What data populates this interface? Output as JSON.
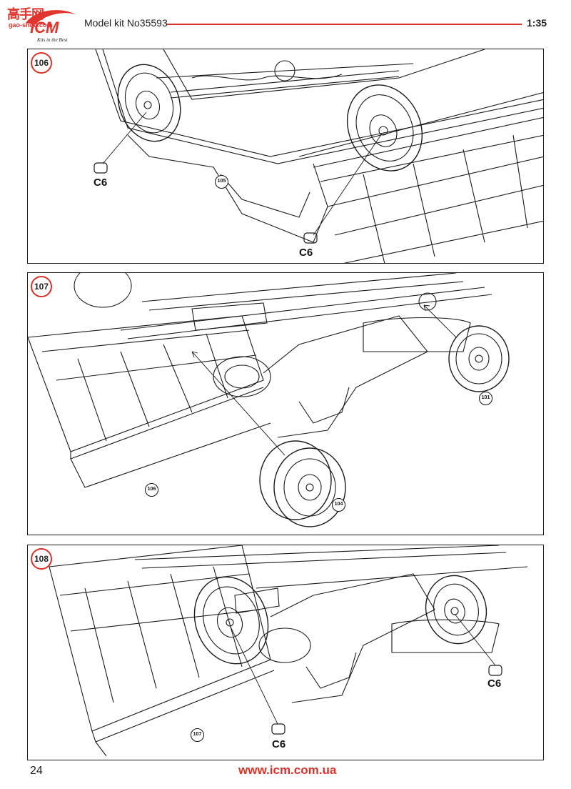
{
  "header": {
    "watermark_cn": "高手网",
    "watermark_url": "gao-shou.com",
    "brand": "ICM",
    "tagline": "Kits in the Best",
    "kit_title": "Model kit No35593",
    "scale": "1:35"
  },
  "steps": [
    {
      "number": "106",
      "ref_step": "105",
      "parts": [
        "C6",
        "C6"
      ]
    },
    {
      "number": "107",
      "ref_steps": [
        "101",
        "106",
        "104"
      ]
    },
    {
      "number": "108",
      "ref_step": "107",
      "parts": [
        "C6",
        "C6"
      ]
    }
  ],
  "footer": {
    "page_number": "24",
    "website": "www.icm.com.ua"
  },
  "colors": {
    "accent": "#d8332b",
    "ink": "#1a1a1a"
  }
}
